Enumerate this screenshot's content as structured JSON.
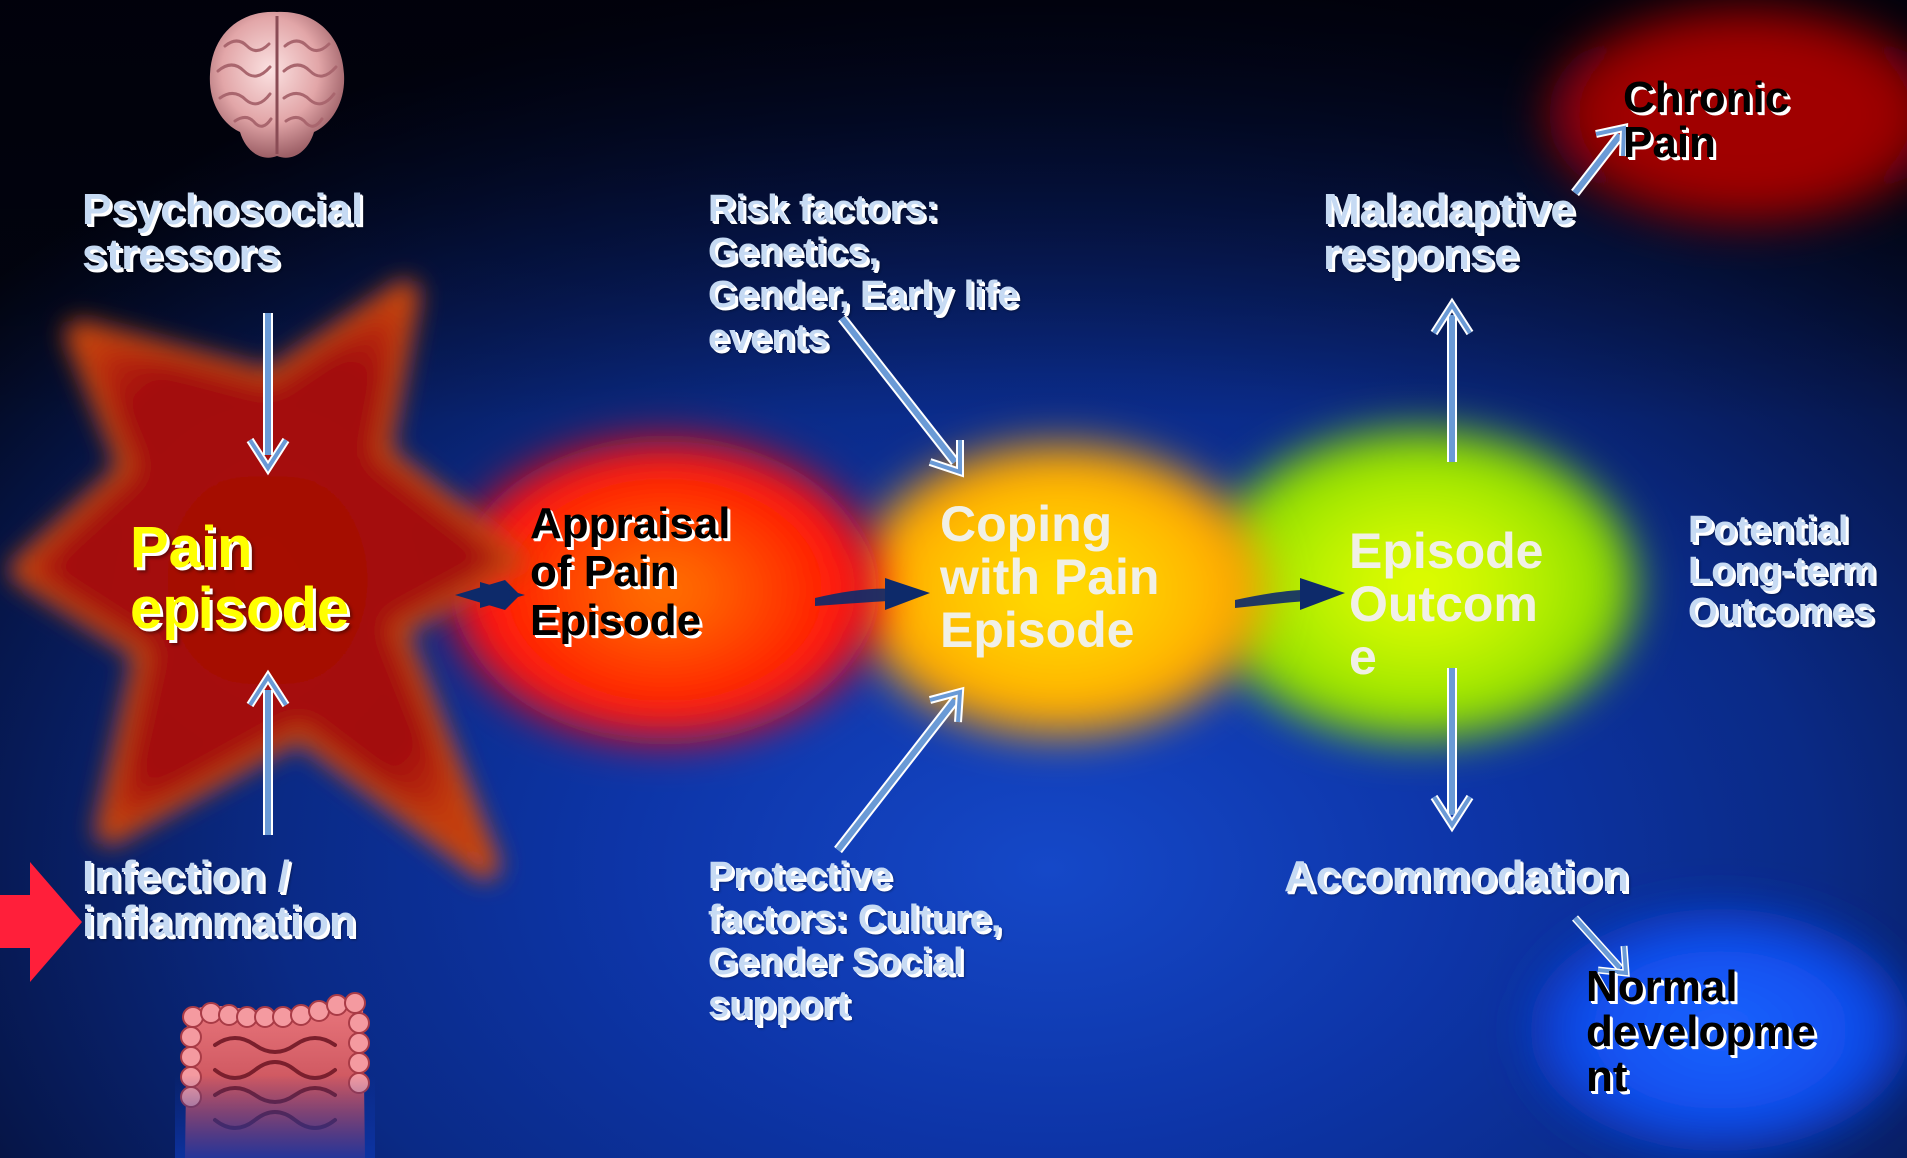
{
  "colors": {
    "background": "#0d35a8",
    "star": "#a80b06",
    "appraisal": "#ff1a00",
    "coping": "#ffb400",
    "outcome": "#b8f000",
    "chronic": "#a80000",
    "normal": "#1a5cff",
    "label_text": "#c6daf3",
    "arrow": "#6a9ad6"
  },
  "icons": [
    "brain-icon",
    "intestine-icon",
    "red-arrow-icon"
  ],
  "nodes": {
    "pain_episode": "Pain\nepisode",
    "appraisal": "Appraisal\nof Pain\nEpisode",
    "coping": "Coping\nwith Pain\nEpisode",
    "outcome": "Episode\nOutcom\ne",
    "chronic_pain": "Chronic\nPain",
    "normal_development": "Normal\ndevelopme\nnt"
  },
  "labels": {
    "psychosocial": "Psychosocial\nstressors",
    "infection": "Infection /\ninflammation",
    "risk_factors": "Risk factors:\nGenetics,\nGender, Early life\nevents",
    "protective_factors": "Protective\nfactors: Culture,\nGender Social\nsupport",
    "maladaptive": "Maladaptive\nresponse",
    "accommodation": "Accommodation",
    "potential_outcomes": "Potential\nLong-term\nOutcomes"
  }
}
